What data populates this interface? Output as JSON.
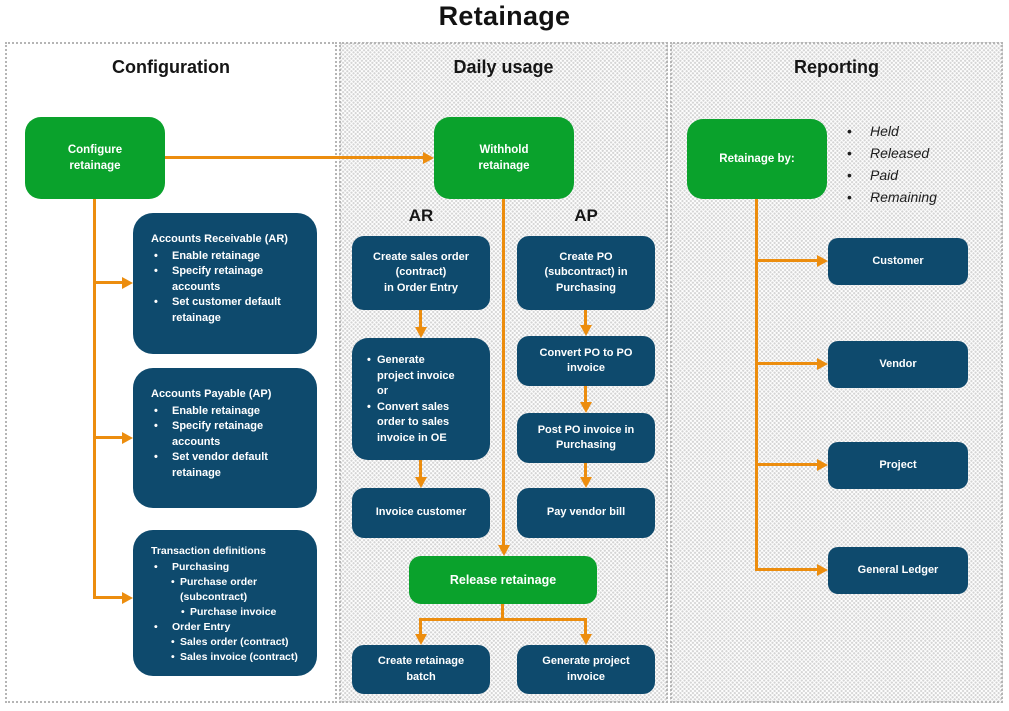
{
  "title": "Retainage",
  "colors": {
    "green": "#0aa22c",
    "blue": "#0e4a6d",
    "orange": "#ec8d0e",
    "panel-border": "#b5b5b5",
    "dot": "#d4d4d4"
  },
  "configuration": {
    "header": "Configuration",
    "configure_box": "Configure\nretainage",
    "accounts_receivable": {
      "title": "Accounts Receivable (AR)",
      "items": [
        "Enable retainage",
        "Specify retainage\naccounts",
        "Set customer default\nretainage"
      ]
    },
    "accounts_payable": {
      "title": "Accounts Payable (AP)",
      "items": [
        "Enable retainage",
        "Specify retainage\naccounts",
        "Set vendor default\nretainage"
      ]
    },
    "transaction_definitions": {
      "title": "Transaction definitions",
      "items": [
        "Purchasing",
        "Purchase order\n(subcontract)",
        "Purchase invoice",
        "Order Entry",
        "Sales order (contract)",
        "Sales invoice (contract)"
      ]
    }
  },
  "daily": {
    "header": "Daily usage",
    "withhold_box": "Withhold\nretainage",
    "ar_label": "AR",
    "ap_label": "AP",
    "ar_step1": "Create sales order\n(contract)\nin Order Entry",
    "ar_step2_items": [
      "Generate\nproject invoice\nor",
      "Convert sales\norder to sales\ninvoice in OE"
    ],
    "ar_step3": "Invoice customer",
    "ap_step1": "Create PO\n(subcontract) in\nPurchasing",
    "ap_step2": "Convert PO to PO\ninvoice",
    "ap_step3": "Post PO invoice in\nPurchasing",
    "ap_step4": "Pay vendor bill",
    "release_box": "Release retainage",
    "release_left": "Create retainage\nbatch",
    "release_right": "Generate project\ninvoice"
  },
  "reporting": {
    "header": "Reporting",
    "retainage_by_box": "Retainage by:",
    "measures": [
      "Held",
      "Released",
      "Paid",
      "Remaining"
    ],
    "targets": [
      "Customer",
      "Vendor",
      "Project",
      "General Ledger"
    ]
  }
}
